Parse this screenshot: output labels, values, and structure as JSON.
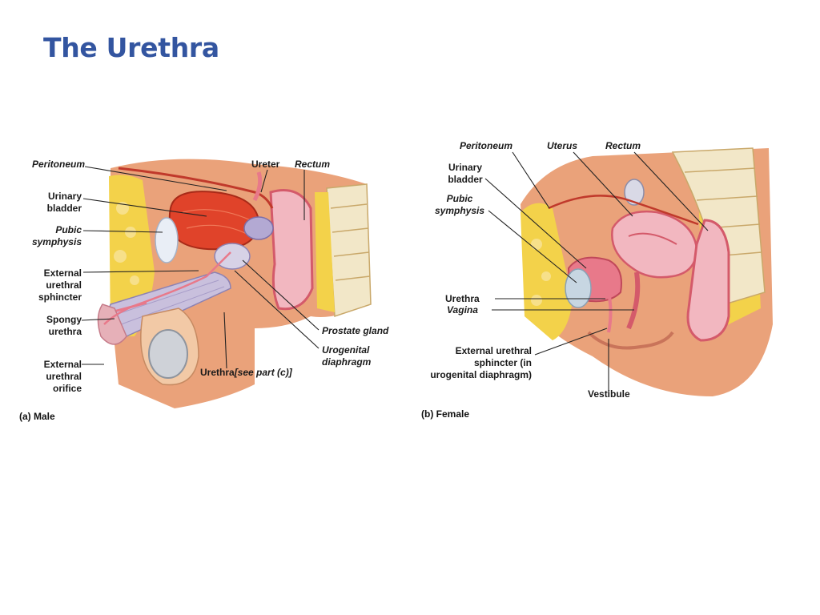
{
  "title": "The Urethra",
  "male": {
    "caption_tag": "(a)",
    "caption_text": "Male",
    "labels": {
      "peritoneum": "Peritoneum",
      "ureter": "Ureter",
      "rectum": "Rectum",
      "urinary_bladder": "Urinary\nbladder",
      "pubic_symphysis": "Pubic\nsymphysis",
      "external_urethral_sphincter": "External\nurethral\nsphincter",
      "spongy_urethra": "Spongy\nurethra",
      "external_urethral_orifice": "External\nurethral\norifice",
      "prostate_gland": "Prostate gland",
      "urogenital_diaphragm": "Urogenital\ndiaphragm",
      "urethra": "Urethra",
      "see_part": "[see part (c)]"
    }
  },
  "female": {
    "caption_tag": "(b)",
    "caption_text": "Female",
    "labels": {
      "peritoneum": "Peritoneum",
      "uterus": "Uterus",
      "rectum": "Rectum",
      "urinary_bladder": "Urinary\nbladder",
      "pubic_symphysis": "Pubic\nsymphysis",
      "urethra": "Urethra",
      "vagina": "Vagina",
      "external_urethral_sphincter": "External urethral\nsphincter (in\nurogenital diaphragm)",
      "vestibule": "Vestibule"
    }
  },
  "colors": {
    "title": "#3355a0",
    "tissue": "#e89a6a",
    "tissue_light": "#f4c3a0",
    "bladder": "#e0432a",
    "fat": "#f3d24a",
    "bone": "#f2e7c8",
    "muscle_pink": "#e8798a",
    "mucosa": "#f2b7c0",
    "lavender": "#c9c0dd",
    "leader": "#222222"
  }
}
